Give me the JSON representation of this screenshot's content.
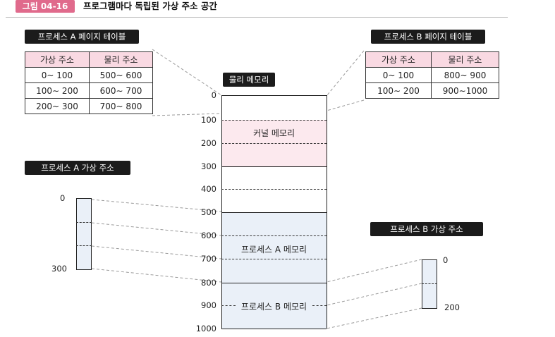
{
  "figure": {
    "tag": "그림 04-16",
    "title": "프로그램마다 독립된 가상 주소 공간"
  },
  "page_table_a": {
    "label": "프로세스 A 페이지 테이블",
    "headers": [
      "가상 주소",
      "물리 주소"
    ],
    "rows": [
      [
        "0∼ 100",
        "500∼ 600"
      ],
      [
        "100∼ 200",
        "600∼ 700"
      ],
      [
        "200∼ 300",
        "700∼ 800"
      ]
    ]
  },
  "page_table_b": {
    "label": "프로세스 B 페이지 테이블",
    "headers": [
      "가상 주소",
      "물리 주소"
    ],
    "rows": [
      [
        "0∼ 100",
        "800∼ 900"
      ],
      [
        "100∼ 200",
        "900∼1000"
      ]
    ]
  },
  "physical_memory": {
    "label": "물리 메모리",
    "ticks": [
      "0",
      "100",
      "200",
      "300",
      "400",
      "500",
      "600",
      "700",
      "800",
      "900",
      "1000"
    ],
    "regions": [
      {
        "label": "커널 메모리",
        "from": 100,
        "to": 300,
        "color": "#fce9ee"
      },
      {
        "label": "프로세스 A 메모리",
        "from": 500,
        "to": 800,
        "color": "#eaf0f8"
      },
      {
        "label": "프로세스 B 메모리",
        "from": 800,
        "to": 1000,
        "color": "#eaf0f8"
      }
    ]
  },
  "virtual_a": {
    "label": "프로세스 A 가상 주소",
    "start": "0",
    "end": "300"
  },
  "virtual_b": {
    "label": "프로세스 B 가상 주소",
    "start": "0",
    "end": "200"
  },
  "colors": {
    "tag": "#e06a8c",
    "header_pink": "#f9d9e2",
    "kernel_pink": "#fce9ee",
    "process_blue": "#eaf0f8",
    "label_dark": "#1b1b1b"
  }
}
